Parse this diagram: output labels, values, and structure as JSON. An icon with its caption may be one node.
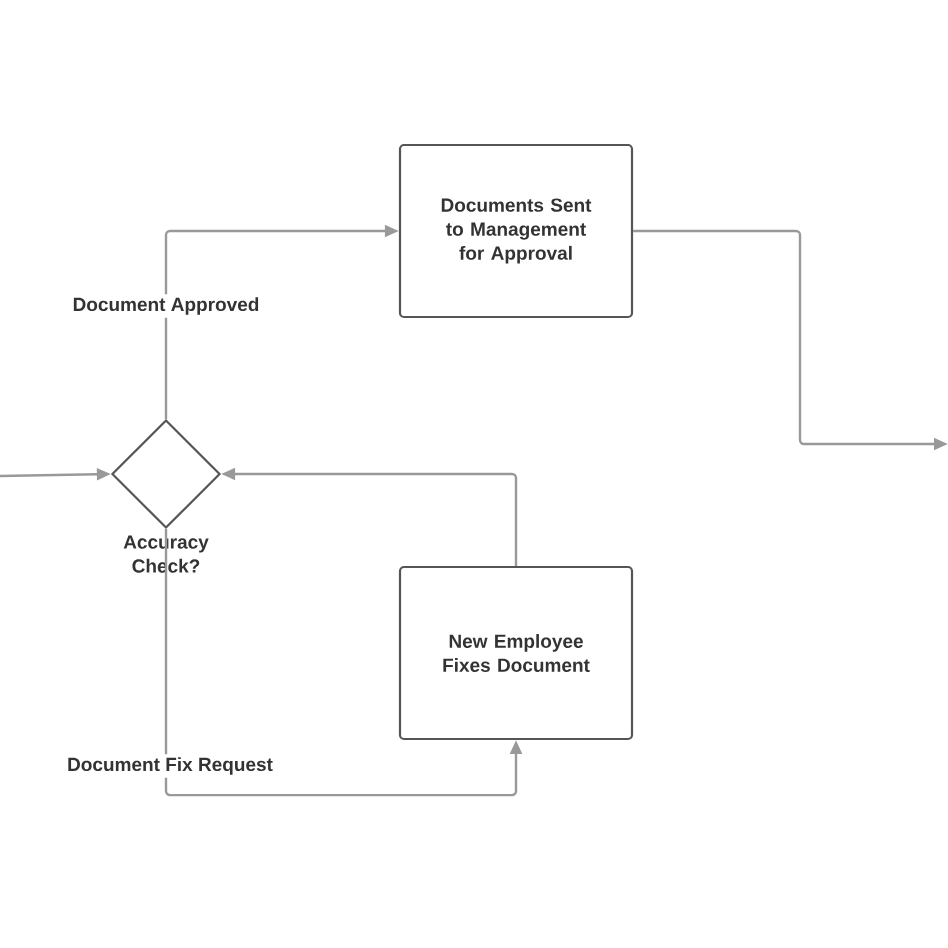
{
  "diagram": {
    "nodes": [
      {
        "text": [
          "Documents Sent to Management for Approval"
        ]
      },
      {
        "text": [
          "Accuracy Check?"
        ]
      },
      {
        "text": [
          "New Employee Fixes Document"
        ]
      }
    ],
    "edges": [
      {
        "from": null,
        "to": 1,
        "arrow": "to"
      },
      {
        "from": 1,
        "to": 0,
        "arrow": "to",
        "label": "Document Approved"
      },
      {
        "from": 0,
        "to": null,
        "arrow": "to"
      },
      {
        "from": 2,
        "to": 1,
        "arrow": "to"
      },
      {
        "from": 1,
        "to": 2,
        "arrow": "to",
        "label": "Document Fix Request"
      }
    ]
  }
}
